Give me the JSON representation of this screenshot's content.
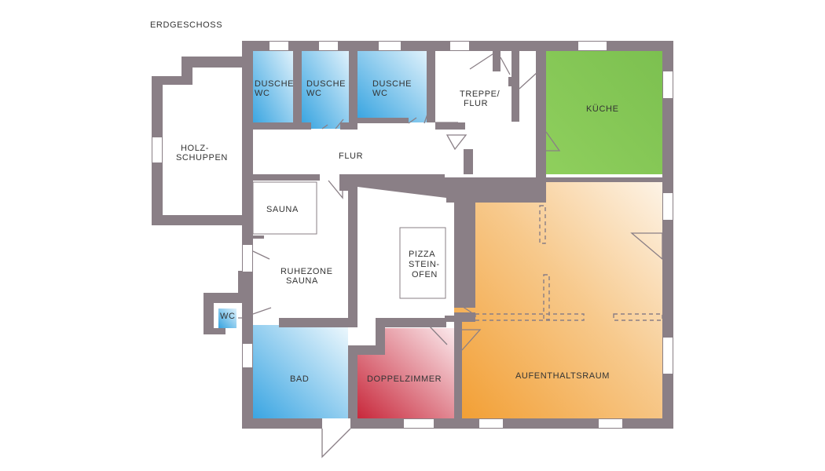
{
  "title": "ERDGESCHOSS",
  "colors": {
    "wall": "#8a7f86",
    "shower": "#4aaee4",
    "kitchen": "#8fcf5d",
    "lounge": "#f2a23d",
    "bath": "#4aaee4",
    "double_room": "#cd3245"
  },
  "rooms": {
    "dusche_1": [
      "DUSCHE",
      "WC"
    ],
    "dusche_2": [
      "DUSCHE",
      "WC"
    ],
    "dusche_3": [
      "DUSCHE",
      "WC"
    ],
    "treppe": [
      "TREPPE/",
      "FLUR"
    ],
    "kueche": "KÜCHE",
    "holzschuppen": [
      "HOLZ-",
      "SCHUPPEN"
    ],
    "flur": "FLUR",
    "sauna": "SAUNA",
    "pizza": [
      "PIZZA",
      "STEIN-",
      "OFEN"
    ],
    "ruhezone": [
      "RUHEZONE",
      "SAUNA"
    ],
    "wc": "WC",
    "bad": "BAD",
    "doppelzimmer": "DOPPELZIMMER",
    "aufenthaltsraum": "AUFENTHALTSRAUM"
  }
}
